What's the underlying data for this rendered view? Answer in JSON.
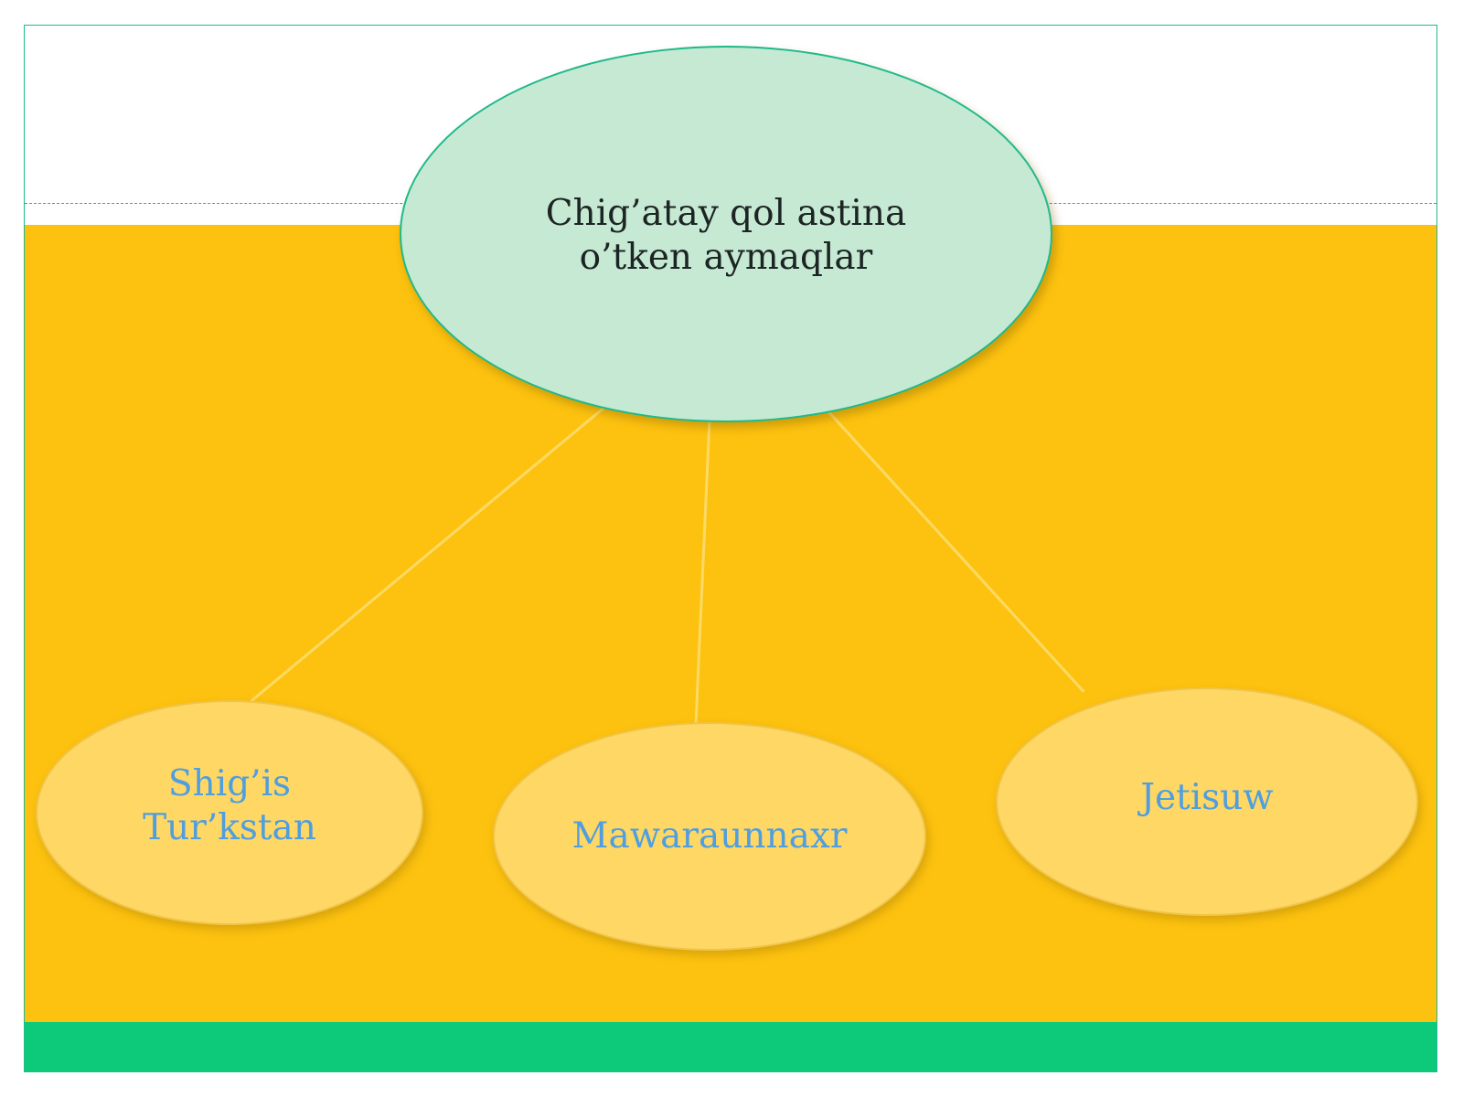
{
  "diagram": {
    "root": {
      "label": "Chig’atay qol astina\no’tken aymaqlar"
    },
    "children": [
      {
        "label": "Shig’is\nTur’kstan"
      },
      {
        "label": "Mawaraunnaxr"
      },
      {
        "label": "Jetisuw"
      }
    ]
  },
  "colors": {
    "root_fill": "#c5e9d2",
    "child_fill": "#fed764",
    "child_text": "#4e9ee0",
    "band_yellow": "#fdc20f",
    "band_green": "#0dca7b",
    "border": "#1fb98a"
  }
}
